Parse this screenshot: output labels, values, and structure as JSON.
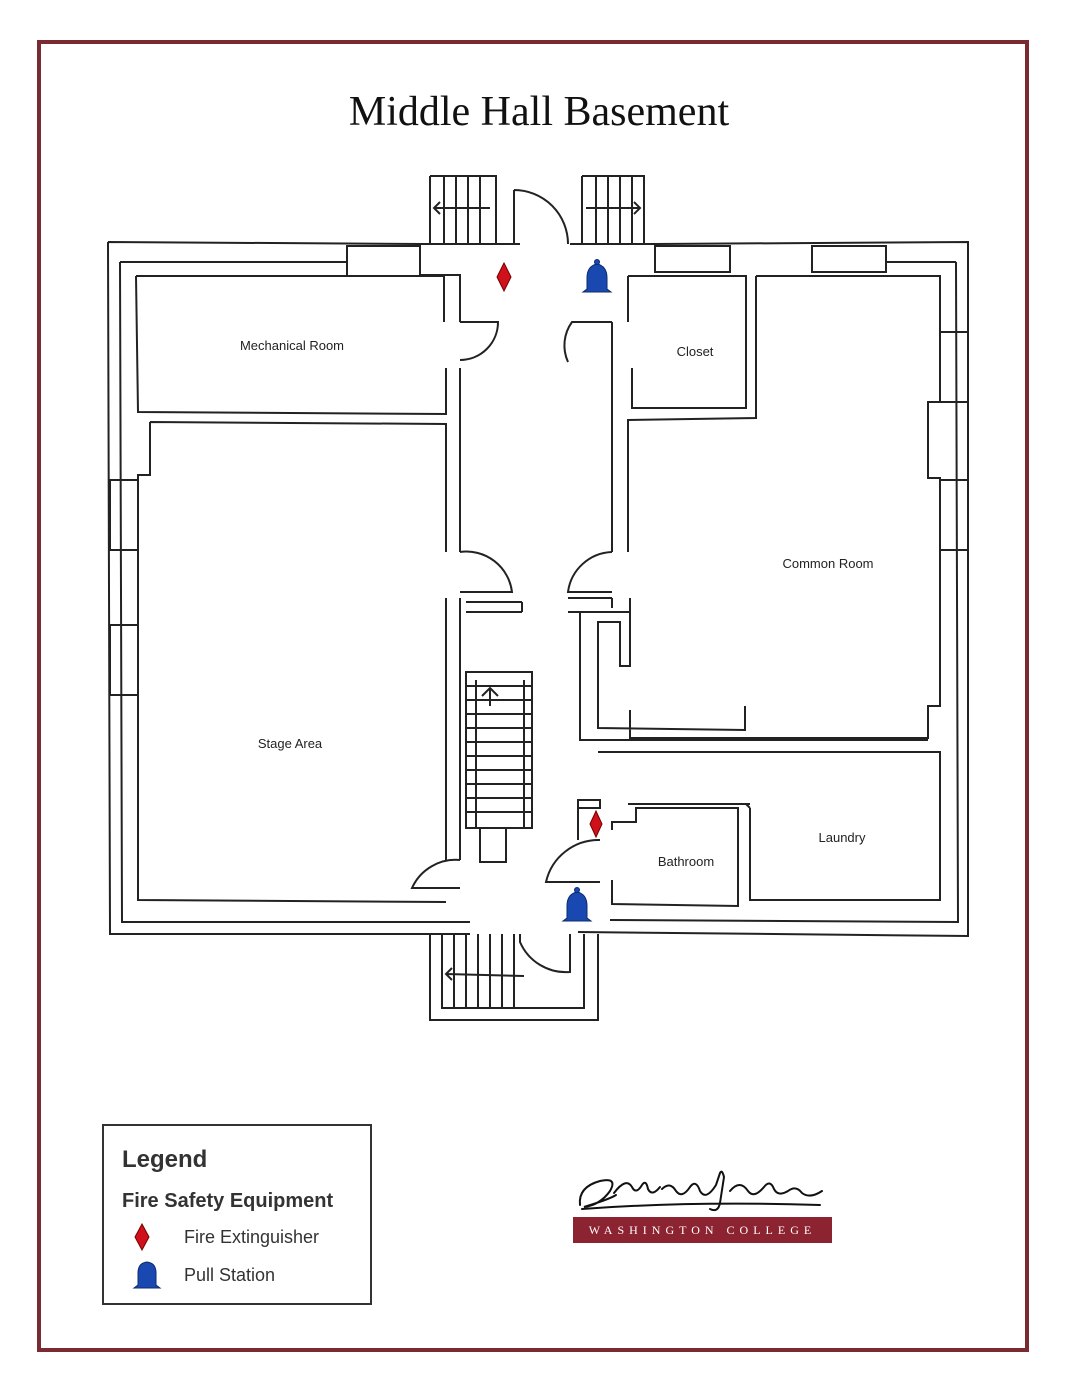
{
  "title": "Middle Hall Basement",
  "colors": {
    "frame": "#7a2a31",
    "extinguisher": "#d0101a",
    "pull_station": "#1848b0",
    "brand": "#8c2330"
  },
  "rooms": {
    "mechanical": "Mechanical Room",
    "closet": "Closet",
    "common": "Common Room",
    "stage": "Stage Area",
    "laundry": "Laundry",
    "bathroom": "Bathroom"
  },
  "legend": {
    "title": "Legend",
    "subtitle": "Fire Safety Equipment",
    "items": [
      {
        "icon": "fire-extinguisher-icon",
        "label": "Fire Extinguisher"
      },
      {
        "icon": "pull-station-icon",
        "label": "Pull Station"
      }
    ]
  },
  "logo": {
    "signature": "GWashington",
    "college": "WASHINGTON COLLEGE"
  }
}
